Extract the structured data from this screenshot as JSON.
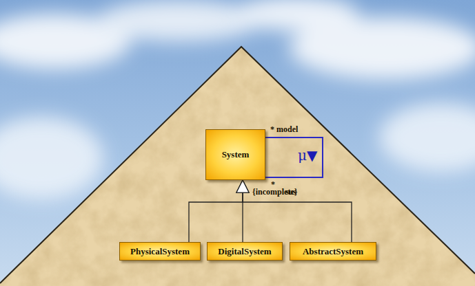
{
  "diagram": {
    "nodes": [
      {
        "text": [
          "System"
        ]
      },
      {
        "text": [
          "PhysicalSystem"
        ]
      },
      {
        "text": [
          "DigitalSystem"
        ]
      },
      {
        "text": [
          "AbstractSystem"
        ]
      }
    ],
    "edges": [
      {
        "from": 1,
        "to": 0,
        "arrow": "to"
      },
      {
        "from": 2,
        "to": 0,
        "arrow": "to"
      },
      {
        "from": 3,
        "to": 0,
        "arrow": "to"
      },
      {
        "from": 0,
        "to": 0,
        "arrow": "none",
        "label": "μ▼"
      }
    ],
    "labels": [
      "* model",
      "*",
      "sus",
      "{incomplete}"
    ]
  }
}
